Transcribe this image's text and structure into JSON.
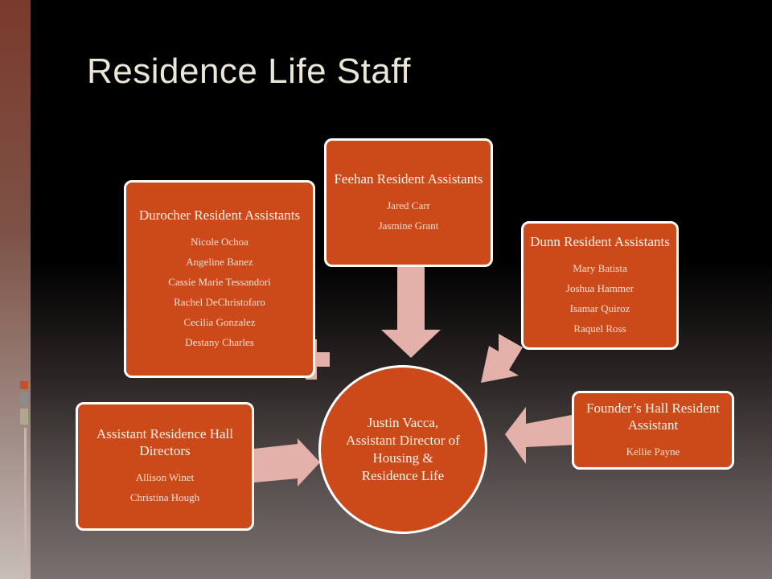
{
  "slide": {
    "title": "Residence Life Staff"
  },
  "center": {
    "label": "Justin Vacca, Assistant Director of Housing & Residence Life"
  },
  "nodes": {
    "durocher": {
      "title": "Durocher Resident Assistants",
      "names": [
        "Nicole Ochoa",
        "Angeline Banez",
        "Cassie Marie Tessandori",
        "Rachel DeChristofaro",
        "Cecilia Gonzalez",
        "Destany Charles"
      ]
    },
    "feehan": {
      "title": "Feehan Resident Assistants",
      "names": [
        "Jared Carr",
        "Jasmine Grant"
      ]
    },
    "dunn": {
      "title": "Dunn Resident Assistants",
      "names": [
        "Mary Batista",
        "Joshua Hammer",
        "Isamar Quiroz",
        "Raquel Ross"
      ]
    },
    "founders": {
      "title": "Founder’s Hall Resident Assistant",
      "names": [
        "Kellie Payne"
      ]
    },
    "ahd": {
      "title": "Assistant Residence Hall Directors",
      "names": [
        "Allison Winet",
        "Christina Hough"
      ]
    }
  },
  "colors": {
    "node_fill": "#cc4a1a",
    "node_border": "#ffffff",
    "arrow_fill": "#e4b0aa",
    "title_text": "#ece6d6"
  }
}
